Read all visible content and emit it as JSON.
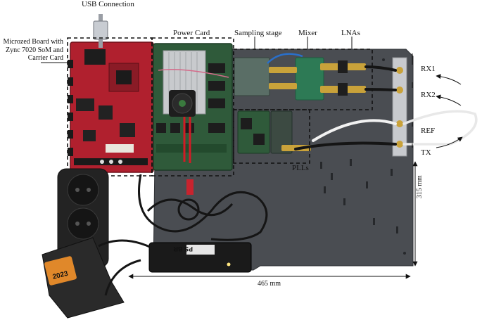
{
  "labels": {
    "usb": "USB Connection",
    "microzed_line1": "Microzed Board with",
    "microzed_line2": "Zync 7020 SoM and",
    "microzed_line3": "Carrier Card",
    "power_card": "Power Card",
    "sampling_stage": "Sampling stage",
    "mixer": "Mixer",
    "lnas": "LNAs",
    "rx1": "RX1",
    "rx2": "RX2",
    "ref": "REF",
    "tx": "TX",
    "plls": "PLLs",
    "width_dim": "465 mm",
    "height_dim": "315 mm"
  },
  "device_sticker": "2023",
  "power_label": "PS BR",
  "colors": {
    "board_red": "#b0202e",
    "pcb_green": "#2f5a3a",
    "chassis": "#4a4d52",
    "cable": "#151515",
    "gold": "#c9a23a",
    "charger": "#2a2a2a",
    "sticker": "#e0882a"
  }
}
